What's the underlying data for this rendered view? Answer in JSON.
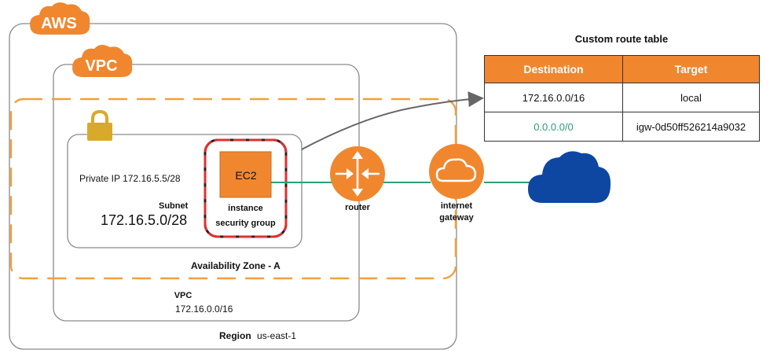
{
  "badges": {
    "aws": "AWS",
    "vpc": "VPC"
  },
  "subnet": {
    "private_ip": "Private IP 172.16.5.5/28",
    "label": "Subnet",
    "cidr": "172.16.5.0/28"
  },
  "ec2": {
    "name": "EC2",
    "caption_line1": "instance",
    "caption_line2": "security group"
  },
  "router": {
    "label": "router"
  },
  "gateway": {
    "label_line1": "internet",
    "label_line2": "gateway"
  },
  "availability_zone": {
    "label": "Availability Zone - A"
  },
  "vpc": {
    "label": "VPC",
    "cidr": "172.16.0.0/16"
  },
  "region": {
    "label": "Region",
    "name": "us-east-1"
  },
  "route_table": {
    "title": "Custom route table",
    "headers": [
      "Destination",
      "Target"
    ],
    "rows": [
      [
        "172.16.0.0/16",
        "local"
      ],
      [
        "0.0.0.0/0",
        "igw-0d50ff526214a9032"
      ]
    ]
  },
  "colors": {
    "orange": "#f0872f",
    "teal_line": "#2e9d78",
    "cloud_blue": "#0d47a1",
    "lock_gold": "#d9a92b",
    "security_group_red": "#e0312e"
  }
}
